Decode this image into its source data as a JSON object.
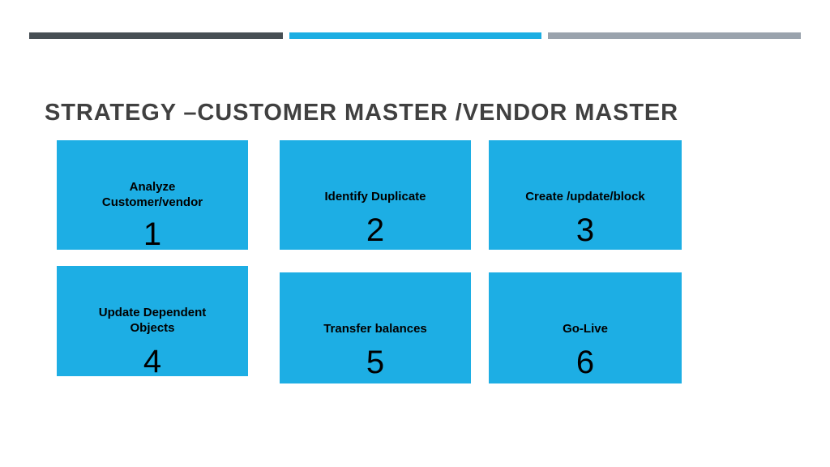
{
  "slide": {
    "title": "STRATEGY –CUSTOMER MASTER /VENDOR MASTER",
    "title_color": "#404040",
    "background_color": "#FFFFFF"
  },
  "top_rule": {
    "segments": [
      {
        "name": "dark-segment",
        "color": "#474F54"
      },
      {
        "name": "cyan-segment",
        "color": "#1BAEE3"
      },
      {
        "name": "gray-segment",
        "color": "#9AA3AD"
      }
    ]
  },
  "cards": {
    "fill_color": "#1DAEE4",
    "text_color": "#000000",
    "items": [
      {
        "label": "Analyze\nCustomer/vendor",
        "number": "1"
      },
      {
        "label": "Identify Duplicate",
        "number": "2"
      },
      {
        "label": "Create /update/block",
        "number": "3"
      },
      {
        "label": "Update Dependent\nObjects",
        "number": "4"
      },
      {
        "label": "Transfer balances",
        "number": "5"
      },
      {
        "label": "Go-Live",
        "number": "6"
      }
    ]
  }
}
